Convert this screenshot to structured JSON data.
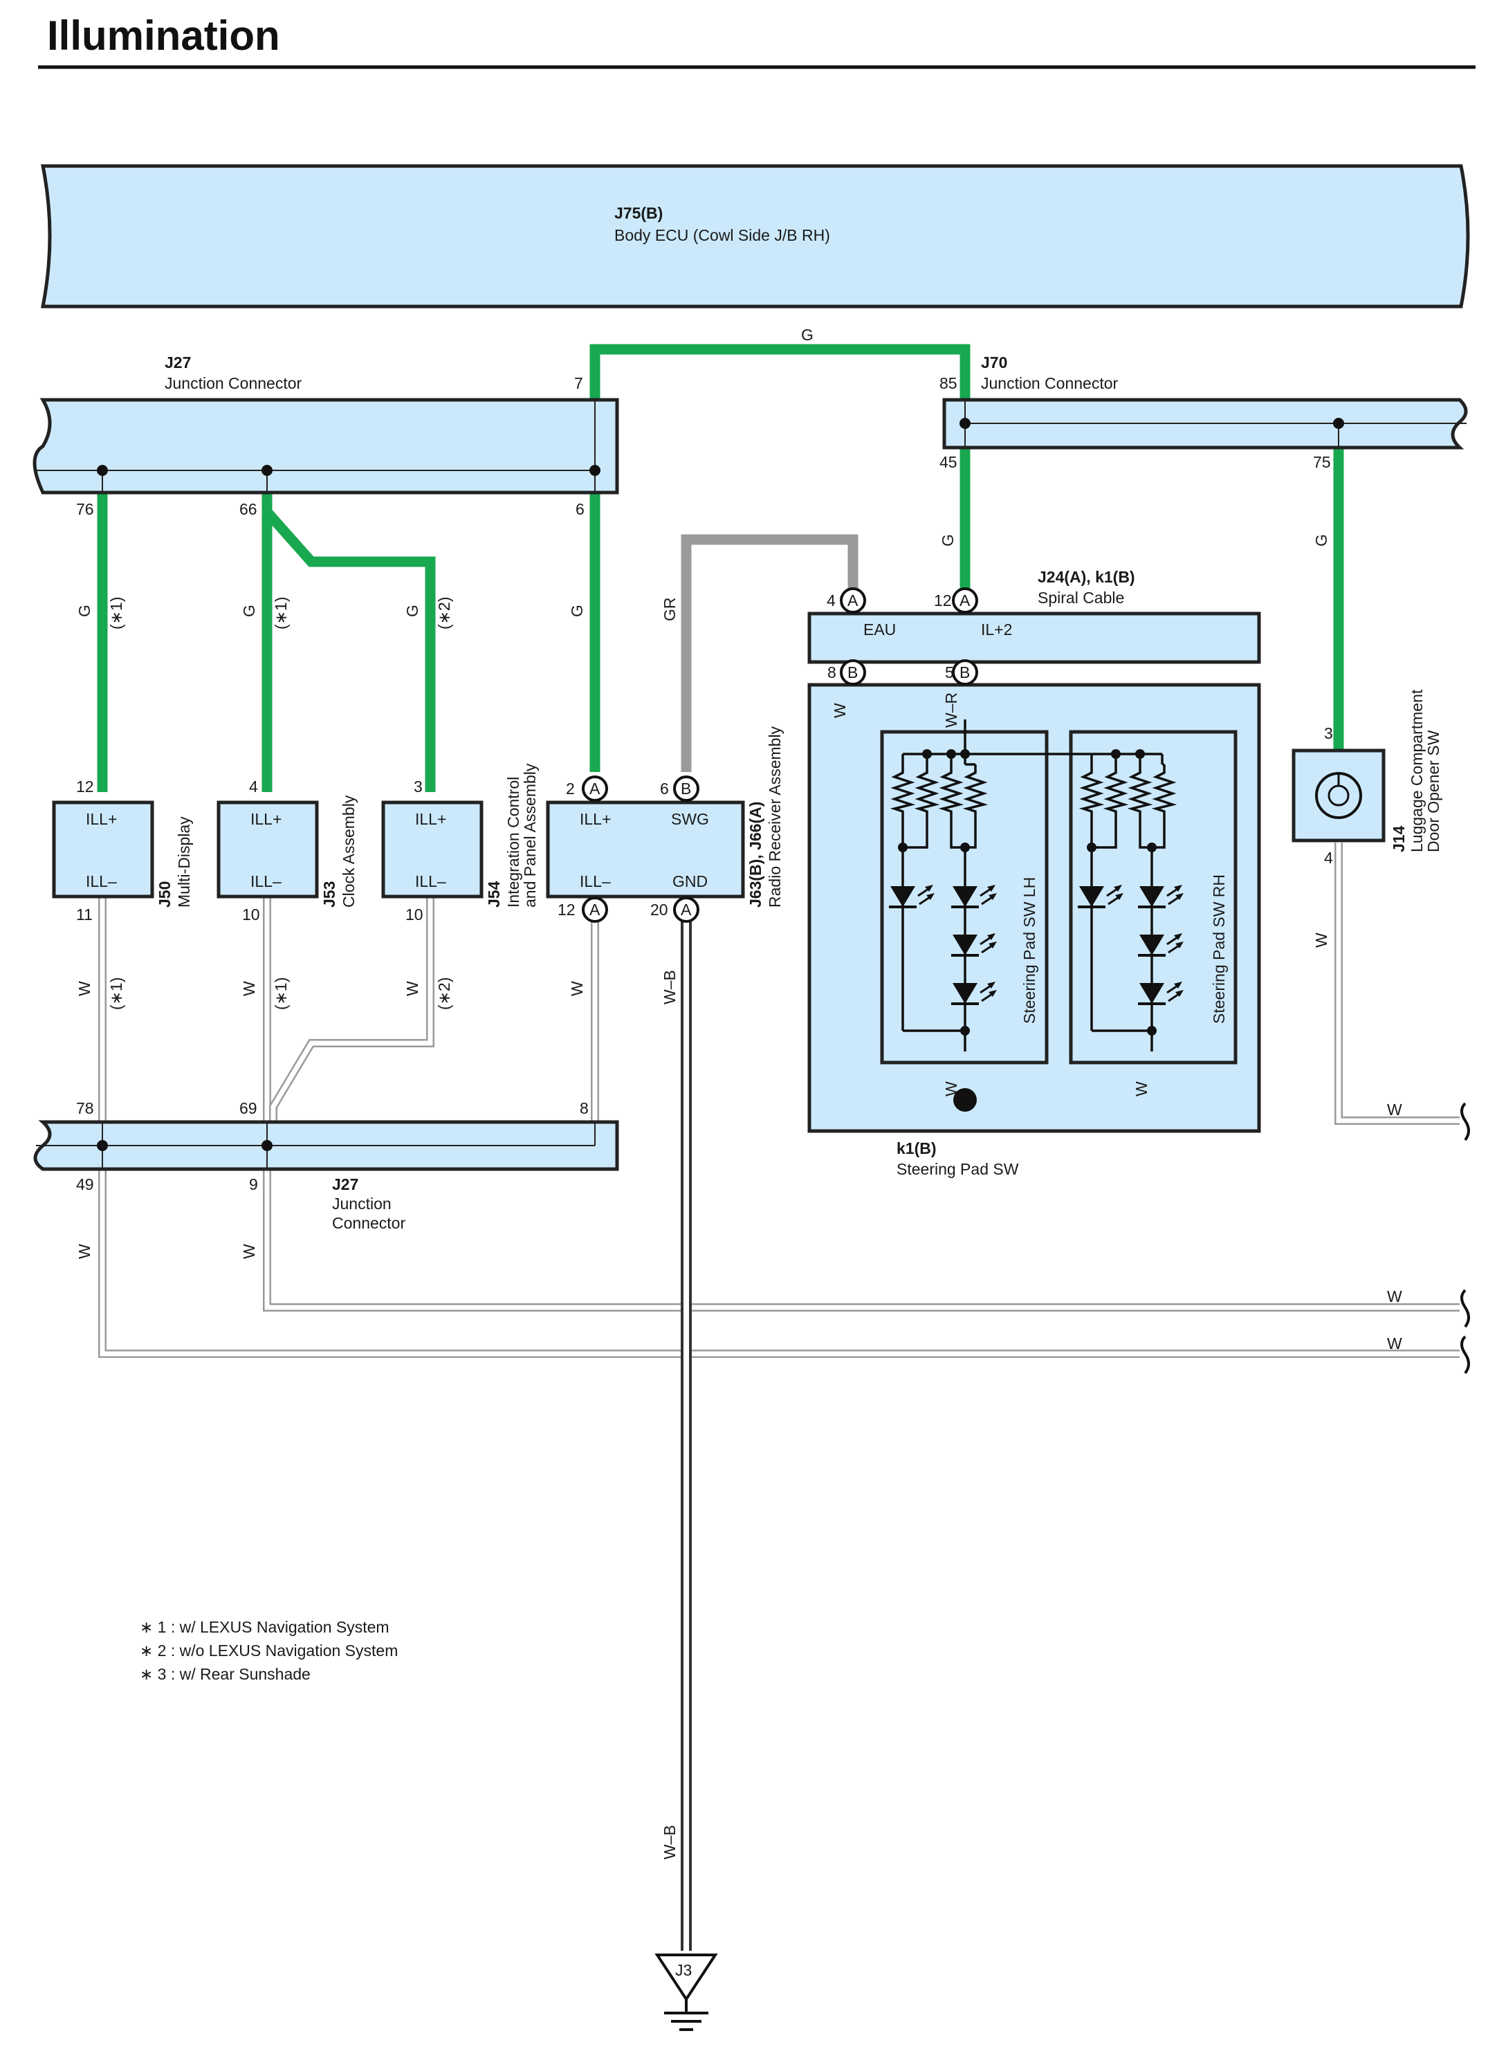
{
  "page": {
    "title": "Illumination"
  },
  "body_ecu": {
    "code": "J75(B)",
    "name": "Body ECU (Cowl Side J/B RH)"
  },
  "jc_top": {
    "code": "J27",
    "name": "Junction Connector"
  },
  "jc_right": {
    "code": "J70",
    "name": "Junction Connector"
  },
  "jc_bottom": {
    "code": "J27",
    "name1": "Junction",
    "name2": "Connector"
  },
  "spiral": {
    "code": "J24(A), k1(B)",
    "name": "Spiral Cable",
    "eau": "EAU",
    "il2": "IL+2"
  },
  "steering_pad": {
    "code": "k1(B)",
    "name": "Steering Pad SW",
    "lh": "Steering Pad SW LH",
    "rh": "Steering Pad SW RH"
  },
  "multi_display": {
    "code": "J50",
    "name": "Multi-Display"
  },
  "clock": {
    "code": "J53",
    "name": "Clock Assembly"
  },
  "icp": {
    "code": "J54",
    "name1": "Integration Control",
    "name2": "and Panel Assembly"
  },
  "radio": {
    "code": "J63(B), J66(A)",
    "name": "Radio Receiver Assembly",
    "swg": "SWG",
    "gnd": "GND"
  },
  "luggage": {
    "code": "J14",
    "name1": "Luggage Compartment",
    "name2": "Door Opener SW"
  },
  "terms": {
    "ill_plus": "ILL+",
    "ill_minus": "ILL–"
  },
  "wire_colors": {
    "g": "G",
    "w": "W",
    "gr": "GR",
    "wb": "W–B",
    "wr": "W–R"
  },
  "markers": {
    "a": "A",
    "b": "B",
    "m1": "(∗1)",
    "m2": "(∗2)"
  },
  "pins": {
    "p76": "76",
    "p66": "66",
    "p7": "7",
    "p6": "6",
    "p85": "85",
    "p45": "45",
    "p75": "75",
    "p12": "12",
    "p4": "4",
    "p3": "3",
    "p2": "2",
    "p11": "11",
    "p10": "10",
    "p20": "20",
    "p8": "8",
    "p5": "5",
    "p78": "78",
    "p69": "69",
    "p49": "49",
    "p9": "9"
  },
  "ground": {
    "code": "J3"
  },
  "notes": [
    "∗ 1 : w/ LEXUS Navigation System",
    "∗ 2 : w/o LEXUS Navigation System",
    "∗ 3 : w/ Rear Sunshade"
  ],
  "colors": {
    "green_wire": "#18a850",
    "gray_wire": "#9a9a9a",
    "box_fill": "#cce9fb",
    "red_wire": "#d42a2a"
  }
}
